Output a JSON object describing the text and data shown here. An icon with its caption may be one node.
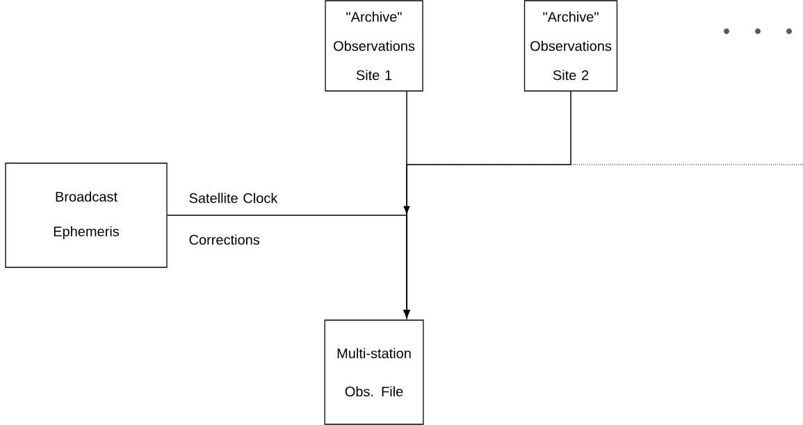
{
  "diagram": {
    "nodes": [
      {
        "text": [
          "\"Archive\" Observations Site 1"
        ]
      },
      {
        "text": [
          "\"Archive\" Observations Site 2"
        ]
      },
      {
        "text": [
          "Broadcast Ephemeris"
        ]
      },
      {
        "text": [
          "Multi-station Obs. File"
        ]
      }
    ],
    "edges": [
      {
        "from": 0,
        "to": 3,
        "arrow": "to"
      },
      {
        "from": 1,
        "to": 3,
        "arrow": "to"
      },
      {
        "from": 2,
        "to": 3,
        "arrow": "to",
        "label": "Satellite Clock Corrections"
      },
      {
        "from": null,
        "to": 3,
        "arrow": "to",
        "style": "dashed"
      }
    ]
  }
}
